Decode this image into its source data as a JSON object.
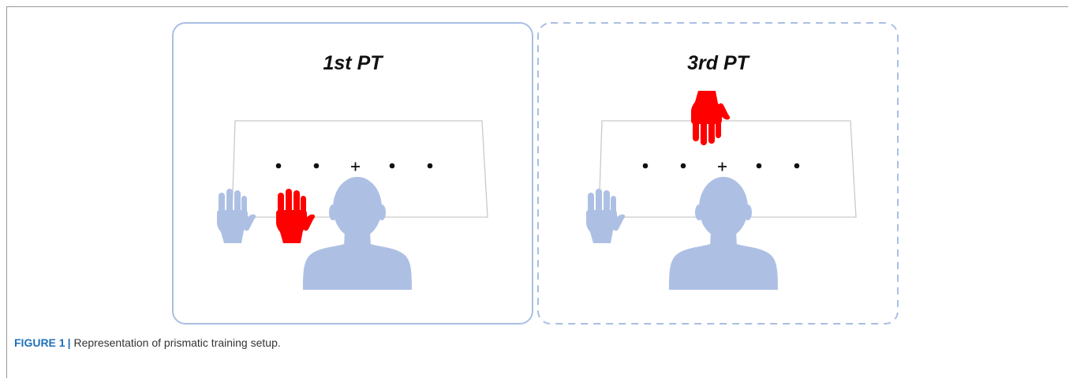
{
  "figure": {
    "label": "FIGURE 1",
    "separator": "|",
    "caption": "Representation of prismatic training setup."
  },
  "panels": [
    {
      "title": "1st PT",
      "border_style": "solid",
      "targets": [
        "dot",
        "dot",
        "plus",
        "dot",
        "dot"
      ],
      "hands": [
        {
          "color": "#adc0e4",
          "role": "seen-hand"
        },
        {
          "color": "#ff0000",
          "role": "red-hand"
        }
      ]
    },
    {
      "title": "3rd PT",
      "border_style": "dashed",
      "targets": [
        "dot",
        "dot",
        "plus",
        "dot",
        "dot"
      ],
      "hands": [
        {
          "color": "#adc0e4",
          "role": "seen-hand"
        },
        {
          "color": "#ff0000",
          "role": "red-hand"
        }
      ]
    }
  ],
  "colors": {
    "panel_border": "#a9bfe3",
    "person": "#adc0e4",
    "hand_blue": "#adc0e4",
    "hand_red": "#ff0000",
    "screen": "#c9c9c9"
  }
}
